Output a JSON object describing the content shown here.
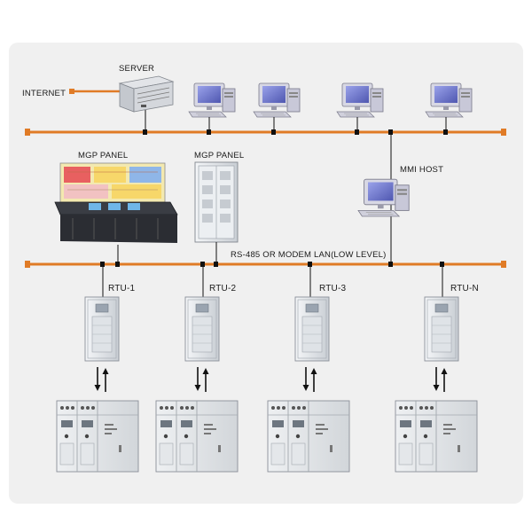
{
  "labels": {
    "internet": "INTERNET",
    "server": "SERVER",
    "mgp_panel_1": "MGP PANEL",
    "mgp_panel_2": "MGP PANEL",
    "mmi_host": "MMI HOST",
    "lan_low": "RS-485 OR MODEM LAN(LOW LEVEL)",
    "rtu_1": "RTU-1",
    "rtu_2": "RTU-2",
    "rtu_3": "RTU-3",
    "rtu_n": "RTU-N"
  },
  "colors": {
    "bus": "#e07b26",
    "background_panel": "#f0f0f0",
    "cabinet": "#e6e9ec",
    "monitor_screen": "#6b73c8",
    "workstation_body": "#d9d9e6"
  },
  "icons": {
    "server": "server-rack-icon",
    "workstation": "desktop-computer-icon",
    "mgp_console": "control-console-icon",
    "mgp_cabinet": "control-cabinet-icon",
    "mmi_host": "desktop-computer-icon",
    "rtu": "rtu-cabinet-icon",
    "switchgear": "switchgear-panel-icon",
    "arrows": "bidirectional-arrow-icon"
  }
}
